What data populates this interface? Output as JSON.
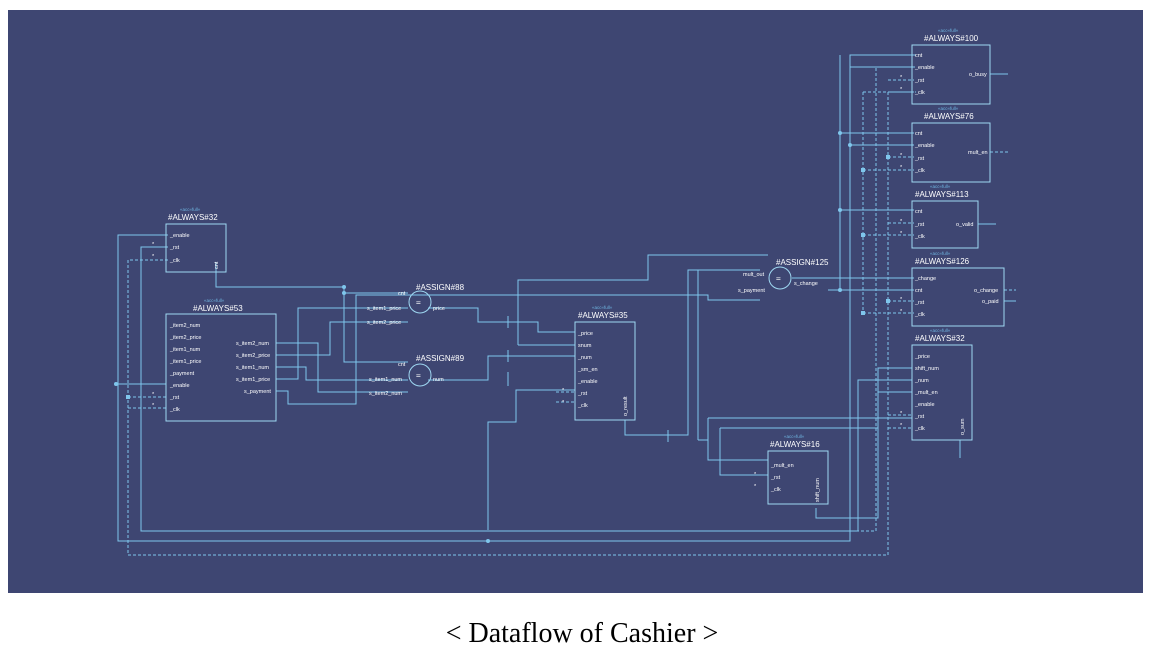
{
  "blocks": {
    "always32a": {
      "tag": "«acc«full»",
      "title": "#ALWAYS#32",
      "ports": [
        "_enable",
        "_rst",
        "_clk",
        "cnt"
      ]
    },
    "always53": {
      "tag": "«acc«full»",
      "title": "#ALWAYS#53",
      "in_ports": [
        "_item2_num",
        "_item2_price",
        "_item1_num",
        "_item1_price",
        "_payment",
        "_enable",
        "_rst",
        "_clk"
      ],
      "out_ports": [
        "s_item2_num",
        "s_item2_price",
        "s_item1_num",
        "s_item1_price",
        "s_payment"
      ]
    },
    "assign88": {
      "title": "#ASSIGN#88",
      "op": "=",
      "in_ports": [
        "cnt",
        "s_item1_price",
        "s_item2_price"
      ],
      "out_port": "price"
    },
    "assign89": {
      "title": "#ASSIGN#89",
      "op": "=",
      "in_ports": [
        "cnt",
        "s_item1_num",
        "s_item2_num"
      ],
      "out_port": "num"
    },
    "always35": {
      "tag": "«acc«full»",
      "title": "#ALWAYS#35",
      "ports": [
        "_price",
        "snum",
        "_num",
        "_sm_en",
        "_enable",
        "_rst",
        "_clk"
      ],
      "out_port": "o_result"
    },
    "assign125": {
      "title": "#ASSIGN#125",
      "op": "=",
      "in_ports": [
        "mult_out",
        "s_payment"
      ],
      "out_port": "s_change"
    },
    "always100": {
      "tag": "«acc«full»",
      "title": "#ALWAYS#100",
      "ports": [
        "cnt",
        "_enable",
        "_rst",
        "_clk"
      ],
      "out_port": "o_busy"
    },
    "always76": {
      "tag": "«acc«full»",
      "title": "#ALWAYS#76",
      "ports": [
        "cnt",
        "_enable",
        "_rst",
        "_clk"
      ],
      "out_port": "mult_en"
    },
    "always113": {
      "tag": "«acc«full»",
      "title": "#ALWAYS#113",
      "ports": [
        "cnt",
        "_rst",
        "_clk"
      ],
      "out_port": "o_valid"
    },
    "always126": {
      "tag": "«acc«full»",
      "title": "#ALWAYS#126",
      "ports": [
        "_change",
        "cnt",
        "_rst",
        "_clk"
      ],
      "out_ports": [
        "o_change",
        "o_paid"
      ]
    },
    "always32b": {
      "tag": "«acc«full»",
      "title": "#ALWAYS#32",
      "ports": [
        "_price",
        "shift_num",
        "_num",
        "_mult_en",
        "_enable",
        "_rst",
        "_clk"
      ],
      "out_port": "o_sum"
    },
    "always16": {
      "tag": "«acc«full»",
      "title": "#ALWAYS#16",
      "ports": [
        "_mult_en",
        "_rst",
        "_clk"
      ],
      "out_port": "shift_num"
    }
  },
  "marks": {
    "inverter": "*"
  },
  "caption": "< Dataflow of Cashier >"
}
